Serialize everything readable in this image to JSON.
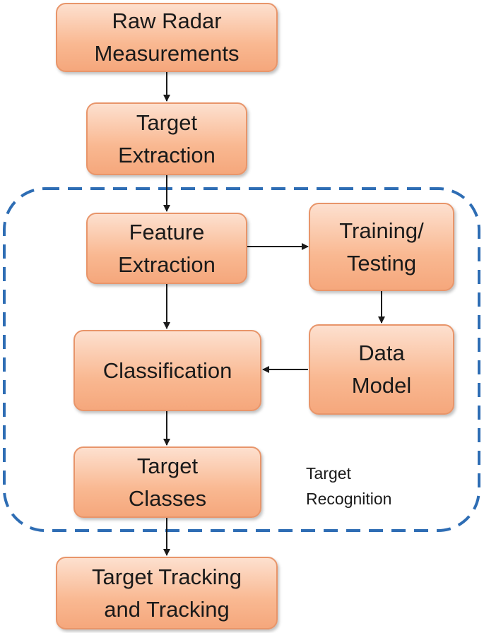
{
  "nodes": {
    "raw_radar": "Raw Radar\nMeasurements",
    "target_extraction": "Target\nExtraction",
    "feature_extraction": "Feature\nExtraction",
    "training_testing": "Training/\nTesting",
    "classification": "Classification",
    "data_model": "Data\nModel",
    "target_classes": "Target\nClasses",
    "target_tracking": "Target Tracking\nand Tracking"
  },
  "region": {
    "label": "Target\nRecognition",
    "border_color": "#2e6db4"
  },
  "colors": {
    "box_border": "#e8956a",
    "box_fill_top": "#fde0cf",
    "box_fill_bottom": "#f5a77c",
    "arrow": "#1a1a1a"
  },
  "edges": [
    {
      "from": "raw_radar",
      "to": "target_extraction"
    },
    {
      "from": "target_extraction",
      "to": "feature_extraction"
    },
    {
      "from": "feature_extraction",
      "to": "training_testing"
    },
    {
      "from": "feature_extraction",
      "to": "classification"
    },
    {
      "from": "training_testing",
      "to": "data_model"
    },
    {
      "from": "data_model",
      "to": "classification"
    },
    {
      "from": "classification",
      "to": "target_classes"
    },
    {
      "from": "target_classes",
      "to": "target_tracking"
    }
  ]
}
